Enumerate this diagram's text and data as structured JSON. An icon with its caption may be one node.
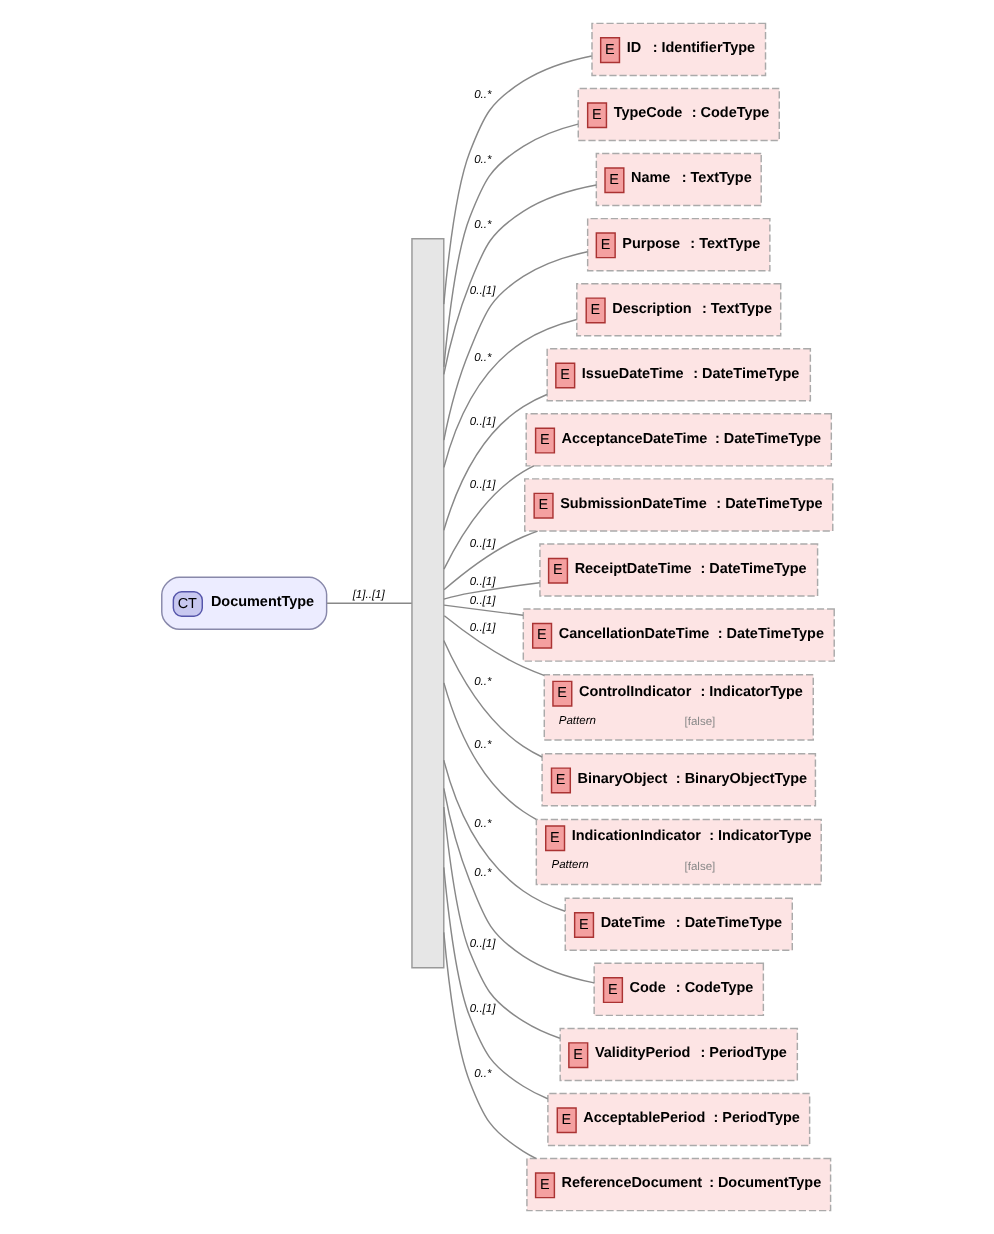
{
  "diagram": {
    "nodes": [
      {
        "text": [
          "CT",
          "DocumentType"
        ]
      },
      {
        "text": [],
        "shape": "bar"
      },
      {
        "text": [
          "E",
          "ID",
          ": IdentifierType"
        ]
      },
      {
        "text": [
          "E",
          "TypeCode",
          ": CodeType"
        ]
      },
      {
        "text": [
          "E",
          "Name",
          ": TextType"
        ]
      },
      {
        "text": [
          "E",
          "Purpose",
          ": TextType"
        ]
      },
      {
        "text": [
          "E",
          "Description",
          ": TextType"
        ]
      },
      {
        "text": [
          "E",
          "IssueDateTime",
          ": DateTimeType"
        ]
      },
      {
        "text": [
          "E",
          "AcceptanceDateTime",
          ": DateTimeType"
        ]
      },
      {
        "text": [
          "E",
          "SubmissionDateTime",
          ": DateTimeType"
        ]
      },
      {
        "text": [
          "E",
          "ReceiptDateTime",
          ": DateTimeType"
        ]
      },
      {
        "text": [
          "E",
          "CancellationDateTime",
          ": DateTimeType"
        ]
      },
      {
        "text": [
          "E",
          "ControlIndicator",
          ": IndicatorType",
          "Pattern",
          "[false]"
        ]
      },
      {
        "text": [
          "E",
          "BinaryObject",
          ": BinaryObjectType"
        ]
      },
      {
        "text": [
          "E",
          "IndicationIndicator",
          ": IndicatorType",
          "Pattern",
          "[false]"
        ]
      },
      {
        "text": [
          "E",
          "DateTime",
          ": DateTimeType"
        ]
      },
      {
        "text": [
          "E",
          "Code",
          ": CodeType"
        ]
      },
      {
        "text": [
          "E",
          "ValidityPeriod",
          ": PeriodType"
        ]
      },
      {
        "text": [
          "E",
          "AcceptablePeriod",
          ": PeriodType"
        ]
      },
      {
        "text": [
          "E",
          "ReferenceDocument",
          ": DocumentType"
        ]
      }
    ],
    "edges": [
      {
        "from": 0,
        "to": 1,
        "arrow": "none",
        "label": "[1]..[1]"
      },
      {
        "from": 1,
        "to": 2,
        "arrow": "none",
        "label": "0..*"
      },
      {
        "from": 1,
        "to": 3,
        "arrow": "none",
        "label": "0..*"
      },
      {
        "from": 1,
        "to": 4,
        "arrow": "none",
        "label": "0..*"
      },
      {
        "from": 1,
        "to": 5,
        "arrow": "none",
        "label": "0..[1]"
      },
      {
        "from": 1,
        "to": 6,
        "arrow": "none",
        "label": "0..*"
      },
      {
        "from": 1,
        "to": 7,
        "arrow": "none",
        "label": "0..[1]"
      },
      {
        "from": 1,
        "to": 8,
        "arrow": "none",
        "label": "0..[1]"
      },
      {
        "from": 1,
        "to": 9,
        "arrow": "none",
        "label": "0..[1]"
      },
      {
        "from": 1,
        "to": 10,
        "arrow": "none",
        "label": "0..[1]"
      },
      {
        "from": 1,
        "to": 11,
        "arrow": "none",
        "label": "0..[1]"
      },
      {
        "from": 1,
        "to": 12,
        "arrow": "none",
        "label": "0..[1]"
      },
      {
        "from": 1,
        "to": 13,
        "arrow": "none",
        "label": "0..*"
      },
      {
        "from": 1,
        "to": 14,
        "arrow": "none",
        "label": "0..*"
      },
      {
        "from": 1,
        "to": 15,
        "arrow": "none",
        "label": "0..*"
      },
      {
        "from": 1,
        "to": 16,
        "arrow": "none",
        "label": "0..*"
      },
      {
        "from": 1,
        "to": 17,
        "arrow": "none",
        "label": "0..[1]"
      },
      {
        "from": 1,
        "to": 18,
        "arrow": "none",
        "label": "0..[1]"
      },
      {
        "from": 1,
        "to": 19,
        "arrow": "none",
        "label": "0..*"
      }
    ]
  }
}
